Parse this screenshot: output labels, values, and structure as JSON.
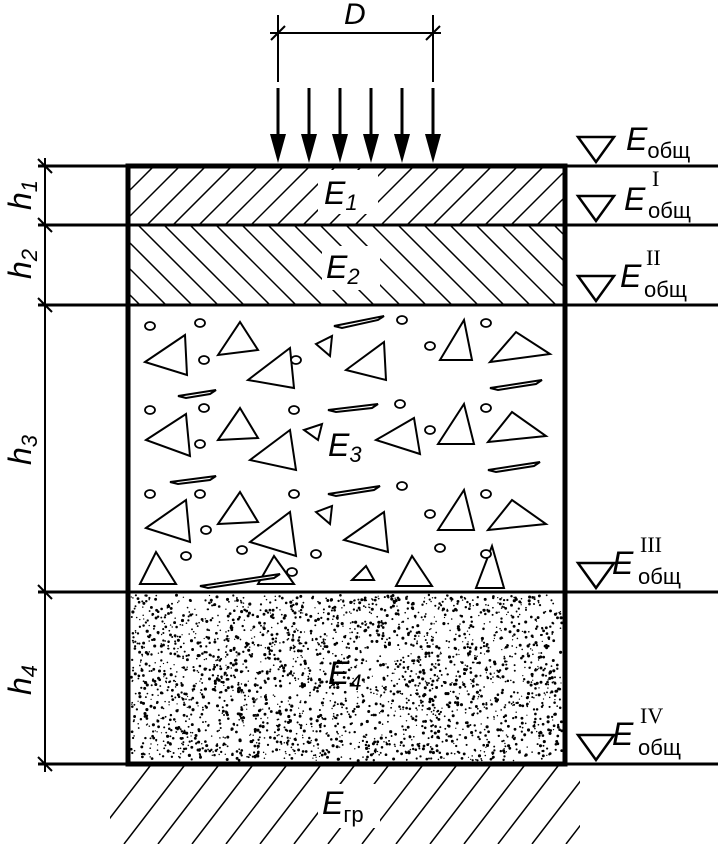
{
  "load": {
    "width_label": "D"
  },
  "layers": [
    {
      "id": "1",
      "modulus_label": "E",
      "modulus_sub": "1",
      "thickness_label": "h",
      "thickness_sub": "1",
      "material": "hatch-right"
    },
    {
      "id": "2",
      "modulus_label": "E",
      "modulus_sub": "2",
      "thickness_label": "h",
      "thickness_sub": "2",
      "material": "hatch-left"
    },
    {
      "id": "3",
      "modulus_label": "E",
      "modulus_sub": "3",
      "thickness_label": "h",
      "thickness_sub": "3",
      "material": "crushed-stone"
    },
    {
      "id": "4",
      "modulus_label": "E",
      "modulus_sub": "4",
      "thickness_label": "h",
      "thickness_sub": "4",
      "material": "sand"
    }
  ],
  "levels": [
    {
      "main": "E",
      "sub": "общ",
      "sup": ""
    },
    {
      "main": "E",
      "sub": "общ",
      "sup": "I"
    },
    {
      "main": "E",
      "sub": "общ",
      "sup": "II"
    },
    {
      "main": "E",
      "sub": "общ",
      "sup": "III"
    },
    {
      "main": "E",
      "sub": "общ",
      "sup": "IV"
    }
  ],
  "subgrade": {
    "main": "E",
    "sub": "гр"
  },
  "colors": {
    "stroke": "#000000",
    "background": "#ffffff"
  }
}
